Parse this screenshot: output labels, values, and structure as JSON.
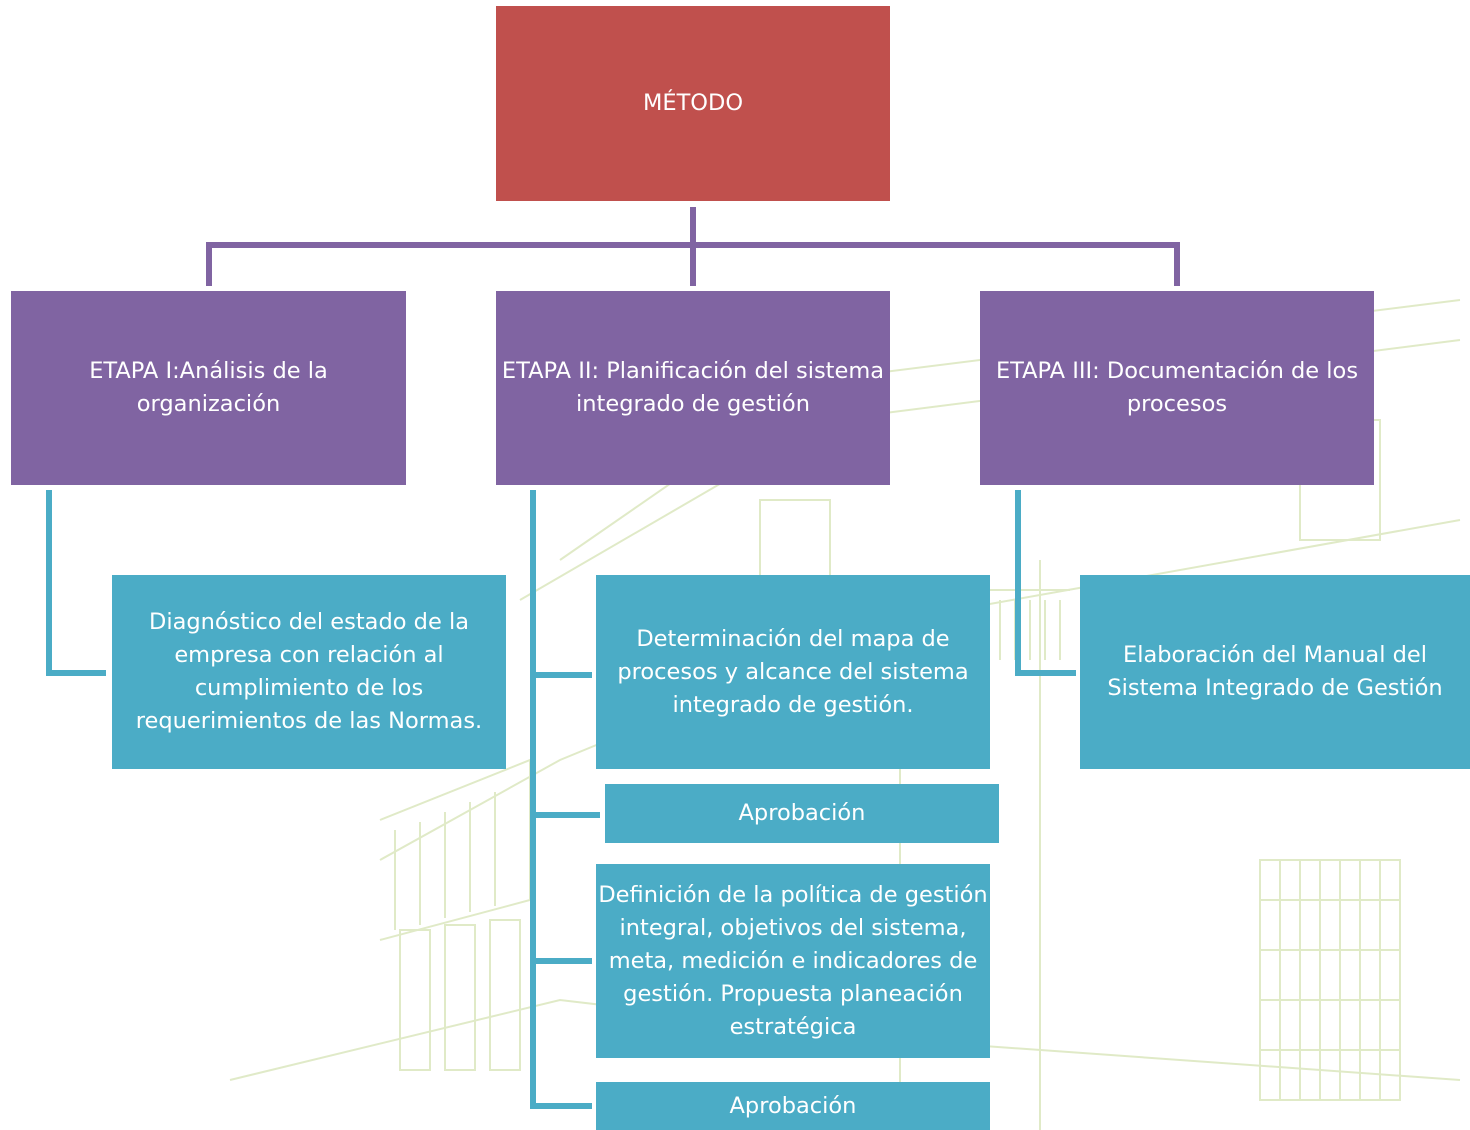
{
  "diagram": {
    "root": {
      "label": "MÉTODO"
    },
    "stages": [
      {
        "label": "ETAPA I:Análisis de la organización",
        "tasks": [
          {
            "label": "Diagnóstico del estado de la empresa con relación al cumplimiento de los requerimientos de las Normas."
          }
        ]
      },
      {
        "label": "ETAPA II: Planificación del sistema integrado de gestión",
        "tasks": [
          {
            "label": "Determinación del mapa de procesos y alcance del sistema integrado de gestión."
          },
          {
            "label": "Aprobación"
          },
          {
            "label": "Definición de la política de gestión integral, objetivos del sistema, meta, medición e indicadores de gestión. Propuesta planeación estratégica"
          },
          {
            "label": "Aprobación"
          }
        ]
      },
      {
        "label": "ETAPA III: Documentación de los procesos",
        "tasks": [
          {
            "label": "Elaboración del Manual del Sistema Integrado de Gestión"
          }
        ]
      }
    ]
  },
  "colors": {
    "root": "#c0504d",
    "stage": "#8064a2",
    "task": "#4bacc6",
    "root_connector": "#8064a2",
    "task_connector": "#4bacc6",
    "background_sketch": "#c9d9a3"
  }
}
